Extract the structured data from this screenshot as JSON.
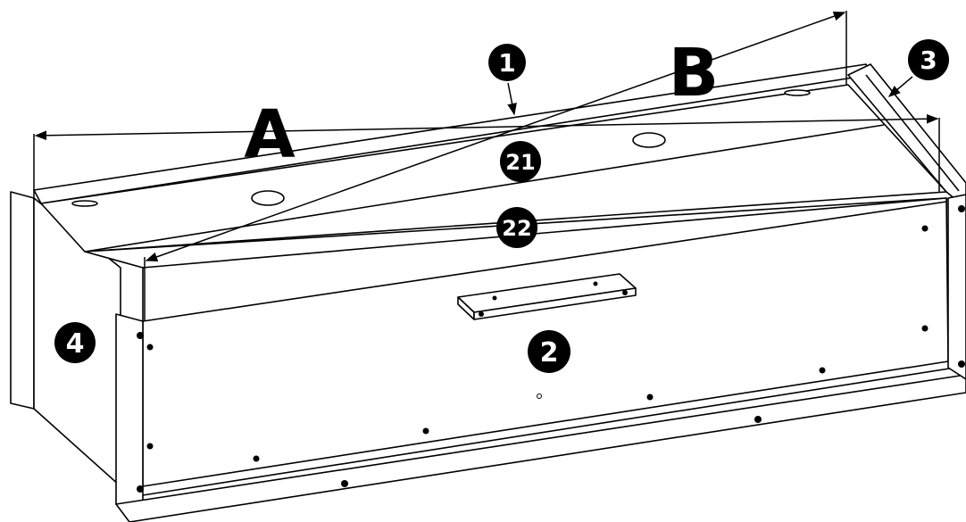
{
  "dimensions": {
    "a": "A",
    "b": "B"
  },
  "callouts": {
    "part_1": "1",
    "part_2": "2",
    "part_3": "3",
    "part_4": "4",
    "part_21": "21",
    "part_22": "22"
  },
  "colors": {
    "line": "#000000",
    "background": "#ffffff",
    "badge": "#000000",
    "badge_text": "#ffffff"
  }
}
